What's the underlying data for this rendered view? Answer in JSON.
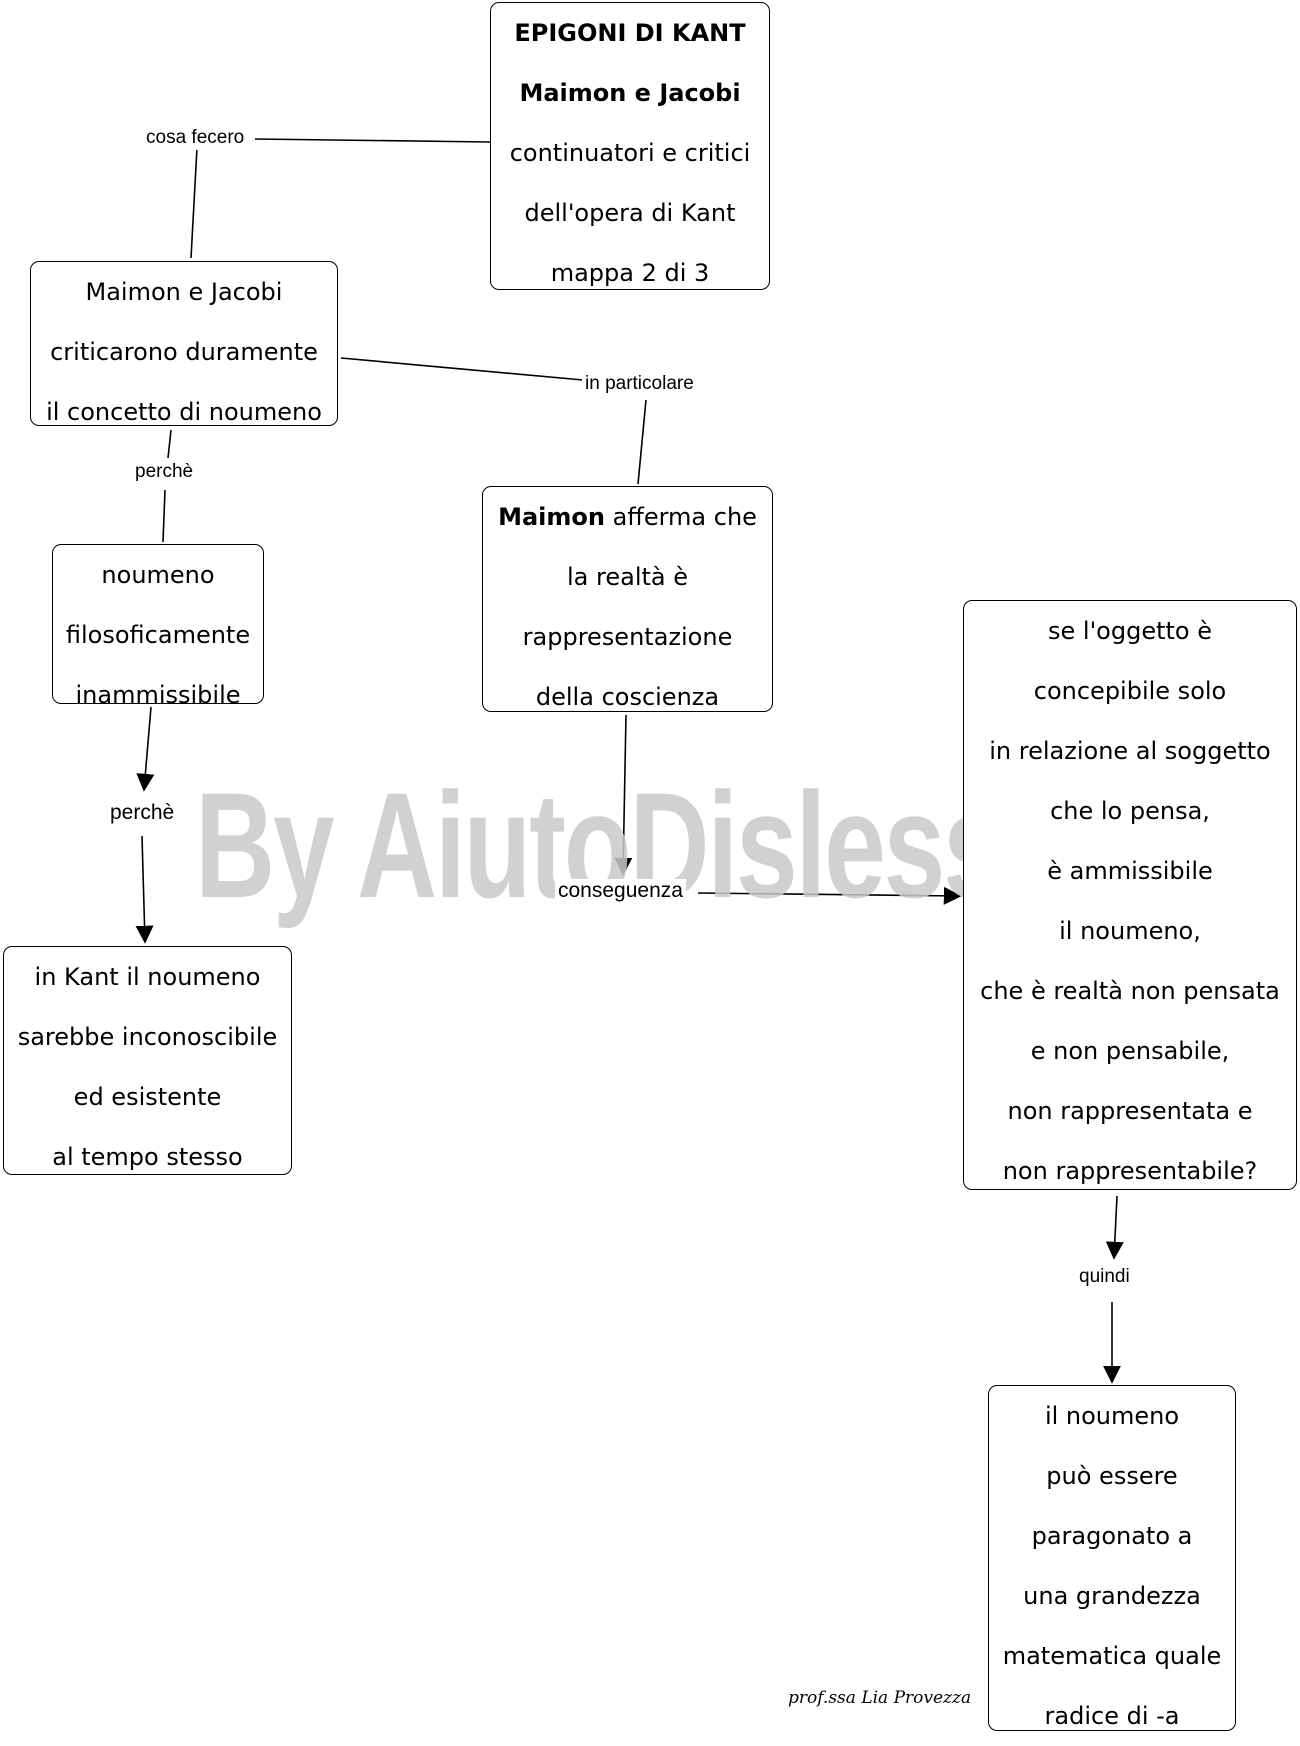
{
  "nodes": {
    "title": {
      "lines": [
        "EPIGONI DI KANT",
        "Maimon e Jacobi",
        "continuatori e critici",
        "dell'opera di Kant",
        "mappa 2 di 3"
      ]
    },
    "critics": {
      "lines": [
        "Maimon e Jacobi",
        "criticarono duramente",
        "il concetto di noumeno"
      ]
    },
    "inadmissible": {
      "lines": [
        "noumeno",
        "filosoficamente",
        "inammissibile"
      ]
    },
    "kant_noumenon": {
      "lines": [
        "in Kant il noumeno",
        "sarebbe inconoscibile",
        "ed esistente",
        "al tempo stesso"
      ]
    },
    "maimon_reality": {
      "bold": "Maimon",
      "first_rest": " afferma che",
      "lines": [
        "la realtà è",
        "rappresentazione",
        "della coscienza"
      ]
    },
    "question": {
      "lines": [
        "se l'oggetto è",
        "concepibile solo",
        "in relazione al soggetto",
        "che lo pensa,",
        "è ammissibile",
        "il noumeno,",
        "che è realtà non pensata",
        "e non pensabile,",
        "non rappresentata e",
        "non rappresentabile?"
      ]
    },
    "conclusion": {
      "lines": [
        "il noumeno",
        "può essere",
        "paragonato a",
        "una grandezza",
        "matematica quale",
        "radice di -a"
      ]
    }
  },
  "links": {
    "cosa_fecero": "cosa fecero",
    "in_particolare": "in particolare",
    "perche_1": "perchè",
    "perche_2": "perchè",
    "conseguenza": "conseguenza",
    "quindi": "quindi"
  },
  "watermark": "By AiutoDislessia.net",
  "signature": "prof.ssa Lia Provezza"
}
